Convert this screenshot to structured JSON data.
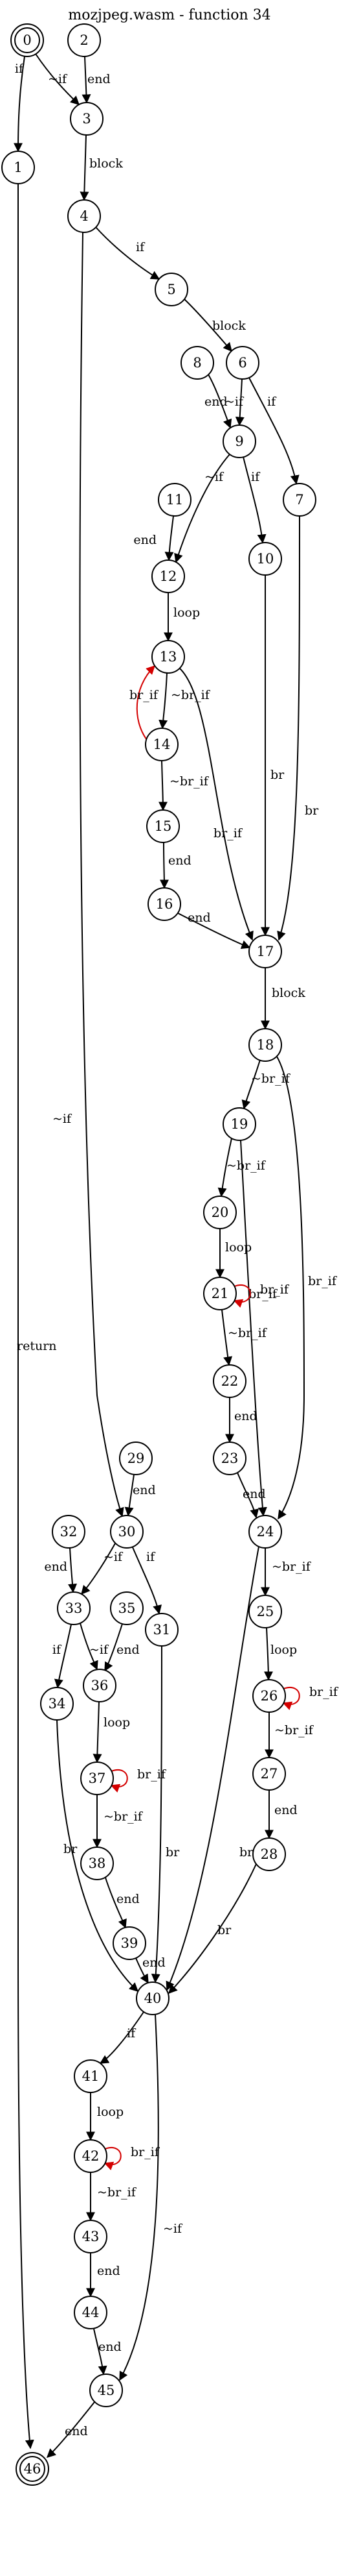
{
  "title": "mozjpeg.wasm - function 34",
  "colors": {
    "normal": "#000000",
    "back": "#d40000"
  },
  "nodes": [
    {
      "id": "0",
      "entry": true
    },
    {
      "id": "1"
    },
    {
      "id": "2"
    },
    {
      "id": "3"
    },
    {
      "id": "4"
    },
    {
      "id": "5"
    },
    {
      "id": "6"
    },
    {
      "id": "7"
    },
    {
      "id": "8"
    },
    {
      "id": "9"
    },
    {
      "id": "10"
    },
    {
      "id": "11"
    },
    {
      "id": "12"
    },
    {
      "id": "13"
    },
    {
      "id": "14"
    },
    {
      "id": "15"
    },
    {
      "id": "16"
    },
    {
      "id": "17"
    },
    {
      "id": "18"
    },
    {
      "id": "19"
    },
    {
      "id": "20"
    },
    {
      "id": "21"
    },
    {
      "id": "22"
    },
    {
      "id": "23"
    },
    {
      "id": "24"
    },
    {
      "id": "25"
    },
    {
      "id": "26"
    },
    {
      "id": "27"
    },
    {
      "id": "28"
    },
    {
      "id": "29"
    },
    {
      "id": "30"
    },
    {
      "id": "31"
    },
    {
      "id": "32"
    },
    {
      "id": "33"
    },
    {
      "id": "34"
    },
    {
      "id": "35"
    },
    {
      "id": "36"
    },
    {
      "id": "37"
    },
    {
      "id": "38"
    },
    {
      "id": "39"
    },
    {
      "id": "40"
    },
    {
      "id": "41"
    },
    {
      "id": "42"
    },
    {
      "id": "43"
    },
    {
      "id": "44"
    },
    {
      "id": "45"
    },
    {
      "id": "46",
      "exit": true
    }
  ],
  "edges": [
    {
      "from": "0",
      "to": "1",
      "label": "if"
    },
    {
      "from": "0",
      "to": "3",
      "label": "~if"
    },
    {
      "from": "2",
      "to": "3",
      "label": "end"
    },
    {
      "from": "1",
      "to": "46",
      "label": "return"
    },
    {
      "from": "3",
      "to": "4",
      "label": "block"
    },
    {
      "from": "4",
      "to": "5",
      "label": "if"
    },
    {
      "from": "4",
      "to": "30",
      "label": "~if"
    },
    {
      "from": "5",
      "to": "6",
      "label": "block"
    },
    {
      "from": "6",
      "to": "9",
      "label": "~if"
    },
    {
      "from": "6",
      "to": "7",
      "label": "if"
    },
    {
      "from": "8",
      "to": "9",
      "label": "end"
    },
    {
      "from": "9",
      "to": "12",
      "label": "~if"
    },
    {
      "from": "9",
      "to": "10",
      "label": "if"
    },
    {
      "from": "11",
      "to": "12",
      "label": "end"
    },
    {
      "from": "7",
      "to": "17",
      "label": "br"
    },
    {
      "from": "10",
      "to": "17",
      "label": "br"
    },
    {
      "from": "12",
      "to": "13",
      "label": "loop"
    },
    {
      "from": "13",
      "to": "14",
      "label": "~br_if"
    },
    {
      "from": "14",
      "to": "13",
      "label": "br_if",
      "back": true
    },
    {
      "from": "13",
      "to": "17",
      "label": "br_if"
    },
    {
      "from": "14",
      "to": "15",
      "label": "~br_if"
    },
    {
      "from": "15",
      "to": "16",
      "label": "end"
    },
    {
      "from": "16",
      "to": "17",
      "label": "end"
    },
    {
      "from": "17",
      "to": "18",
      "label": "block"
    },
    {
      "from": "18",
      "to": "19",
      "label": "~br_if"
    },
    {
      "from": "18",
      "to": "24",
      "label": "br_if"
    },
    {
      "from": "19",
      "to": "20",
      "label": "~br_if"
    },
    {
      "from": "19",
      "to": "24",
      "label": "br_if"
    },
    {
      "from": "20",
      "to": "21",
      "label": "loop"
    },
    {
      "from": "21",
      "to": "21",
      "label": "br_if",
      "back": true
    },
    {
      "from": "21",
      "to": "22",
      "label": "~br_if"
    },
    {
      "from": "22",
      "to": "23",
      "label": "end"
    },
    {
      "from": "23",
      "to": "24",
      "label": "end"
    },
    {
      "from": "29",
      "to": "30",
      "label": "end"
    },
    {
      "from": "30",
      "to": "33",
      "label": "~if"
    },
    {
      "from": "30",
      "to": "31",
      "label": "if"
    },
    {
      "from": "32",
      "to": "33",
      "label": "end"
    },
    {
      "from": "33",
      "to": "34",
      "label": "if"
    },
    {
      "from": "33",
      "to": "36",
      "label": "~if"
    },
    {
      "from": "35",
      "to": "36",
      "label": "end"
    },
    {
      "from": "36",
      "to": "37",
      "label": "loop"
    },
    {
      "from": "37",
      "to": "37",
      "label": "br_if",
      "back": true
    },
    {
      "from": "37",
      "to": "38",
      "label": "~br_if"
    },
    {
      "from": "38",
      "to": "39",
      "label": "end"
    },
    {
      "from": "24",
      "to": "25",
      "label": "~br_if"
    },
    {
      "from": "24",
      "to": "40",
      "label": "br_if"
    },
    {
      "from": "25",
      "to": "26",
      "label": "loop"
    },
    {
      "from": "26",
      "to": "26",
      "label": "br_if",
      "back": true
    },
    {
      "from": "26",
      "to": "27",
      "label": "~br_if"
    },
    {
      "from": "27",
      "to": "28",
      "label": "end"
    },
    {
      "from": "34",
      "to": "40",
      "label": "br"
    },
    {
      "from": "39",
      "to": "40",
      "label": "end"
    },
    {
      "from": "31",
      "to": "40",
      "label": "br"
    },
    {
      "from": "28",
      "to": "40",
      "label": "br"
    },
    {
      "from": "40",
      "to": "41",
      "label": "if"
    },
    {
      "from": "40",
      "to": "45",
      "label": "~if"
    },
    {
      "from": "41",
      "to": "42",
      "label": "loop"
    },
    {
      "from": "42",
      "to": "42",
      "label": "br_if",
      "back": true
    },
    {
      "from": "42",
      "to": "43",
      "label": "~br_if"
    },
    {
      "from": "43",
      "to": "44",
      "label": "end"
    },
    {
      "from": "44",
      "to": "45",
      "label": "end"
    },
    {
      "from": "45",
      "to": "46",
      "label": "end"
    }
  ]
}
